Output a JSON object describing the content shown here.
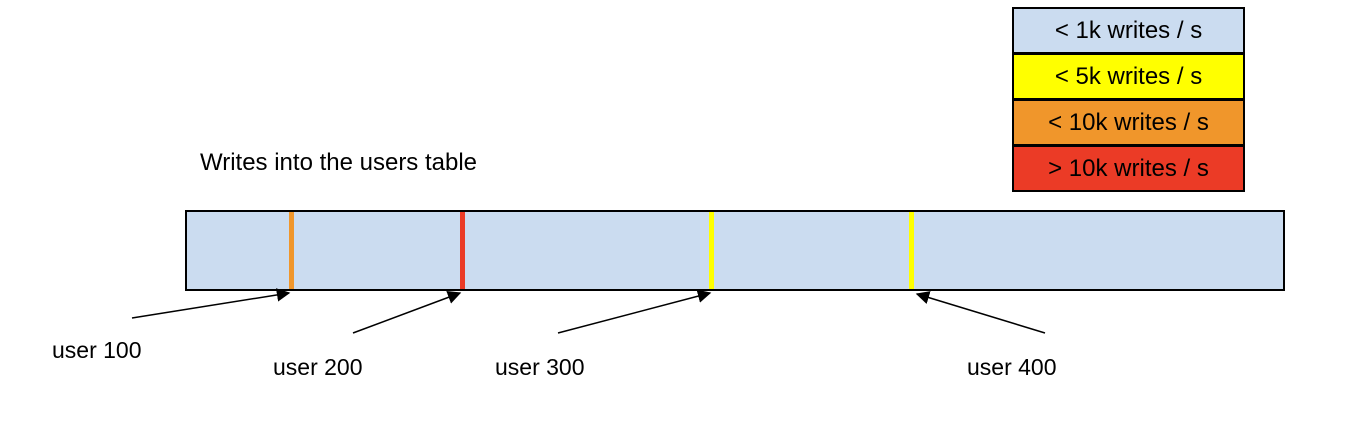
{
  "title": "Writes into the users table",
  "legend": {
    "items": [
      {
        "label": "< 1k writes / s",
        "color": "#cbdcf0"
      },
      {
        "label": "< 5k writes / s",
        "color": "#ffff00"
      },
      {
        "label": "< 10k writes / s",
        "color": "#f0962b"
      },
      {
        "label": "> 10k writes / s",
        "color": "#eb3b26"
      }
    ]
  },
  "bar": {
    "fill": "#cbdcf0",
    "ticks": [
      {
        "user": "user 100",
        "color": "#f0962b"
      },
      {
        "user": "user 200",
        "color": "#eb3b26"
      },
      {
        "user": "user 300",
        "color": "#ffff00"
      },
      {
        "user": "user 400",
        "color": "#ffff00"
      }
    ]
  },
  "callouts": [
    {
      "label": "user 100"
    },
    {
      "label": "user 200"
    },
    {
      "label": "user 300"
    },
    {
      "label": "user 400"
    }
  ]
}
